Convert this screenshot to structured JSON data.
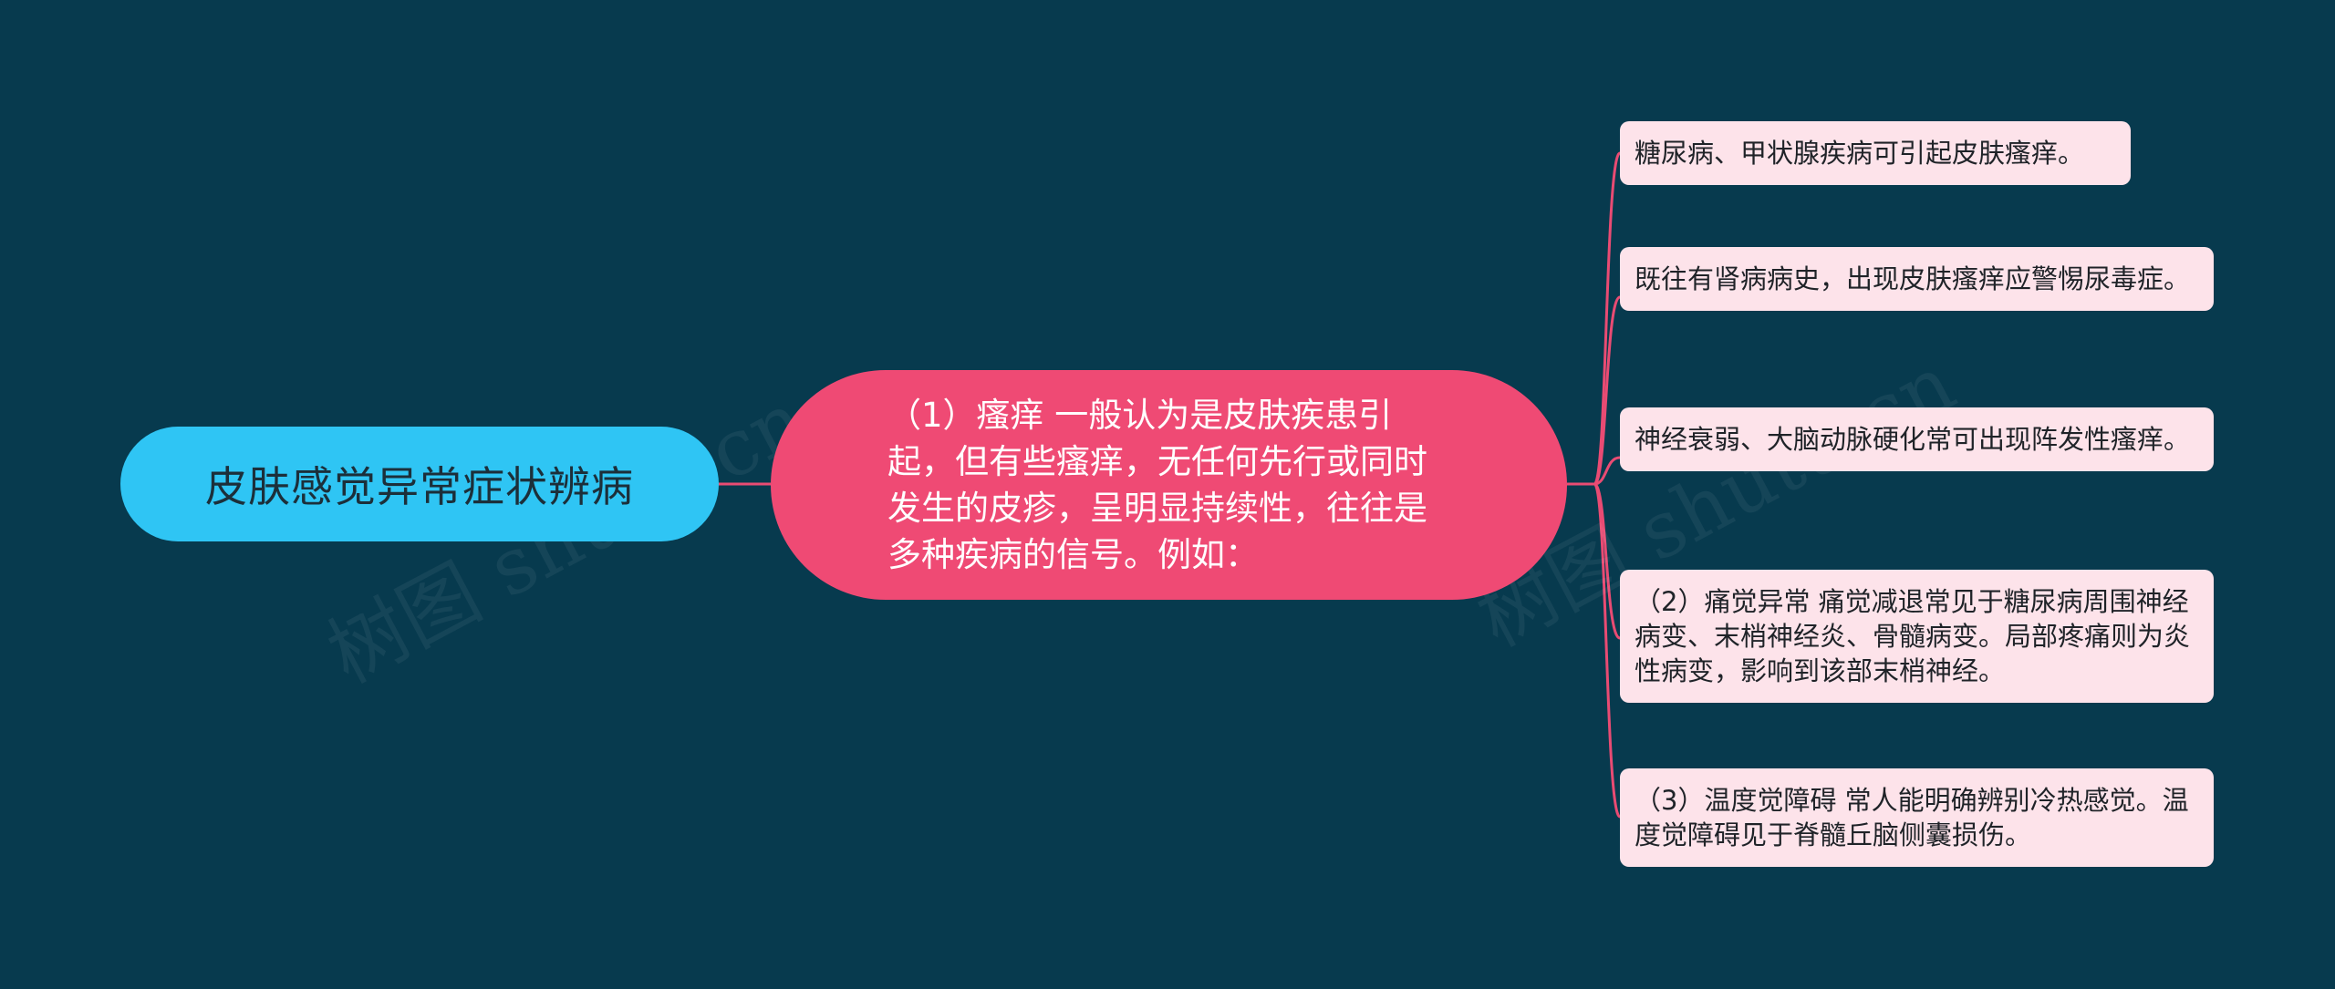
{
  "root": {
    "label": "皮肤感觉异常症状辨病"
  },
  "center": {
    "text": "（1）瘙痒 一般认为是皮肤疾患引起，但有些瘙痒，无任何先行或同时发生的皮疹，呈明显持续性，往往是多种疾病的信号。例如："
  },
  "leaves": [
    {
      "text": "糖尿病、甲状腺疾病可引起皮肤瘙痒。"
    },
    {
      "text": "既往有肾病病史，出现皮肤瘙痒应警惕尿毒症。"
    },
    {
      "text": "神经衰弱、大脑动脉硬化常可出现阵发性瘙痒。"
    },
    {
      "text": "（2）痛觉异常 痛觉减退常见于糖尿病周围神经病变、末梢神经炎、骨髓病变。局部疼痛则为炎性病变，影响到该部末梢神经。"
    },
    {
      "text": "（3）温度觉障碍 常人能明确辨别冷热感觉。温度觉障碍见于脊髓丘脑侧囊损伤。"
    }
  ],
  "watermark": {
    "text": "树图 shutu.cn"
  },
  "colors": {
    "background": "#073a4e",
    "root": "#2fc5f4",
    "center": "#ef4a74",
    "leaf": "#fde3ea",
    "connector": "#e94b73"
  }
}
